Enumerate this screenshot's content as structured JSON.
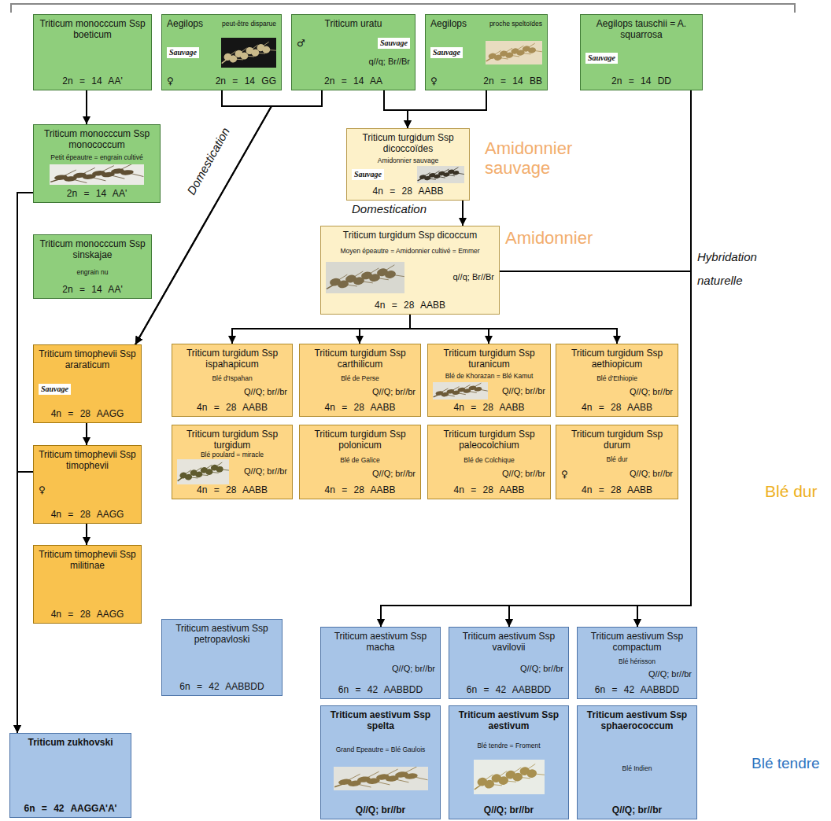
{
  "diagram": {
    "nodes": [
      {
        "text": [
          "Triticum monocccum Ssp boeticum",
          "2n = 14 AA'"
        ]
      },
      {
        "text": [
          "Aegilops",
          "peut-être disparue",
          "Sauvage",
          "♀",
          "2n = 14 GG"
        ]
      },
      {
        "text": [
          "Triticum uratu",
          "♂",
          "Sauvage",
          "q//q; Br//Br",
          "2n = 14 AA"
        ]
      },
      {
        "text": [
          "Aegilops",
          "proche speltoïdes",
          "Sauvage",
          "♀",
          "2n = 14 BB"
        ]
      },
      {
        "text": [
          "Aegilops tauschii = A. squarrosa",
          "Sauvage",
          "2n = 14 DD"
        ]
      },
      {
        "text": [
          "Triticum monocccum Ssp monococcum",
          "Petit épeautre = engrain cultivé",
          "2n = 14 AA'"
        ]
      },
      {
        "text": [
          "Triticum turgidum Ssp dicoccoïdes",
          "Amidonnier sauvage",
          "Sauvage",
          "4n = 28 AABB"
        ]
      },
      {
        "text": [
          "Triticum monocccum Ssp sinskajae",
          "engrain nu",
          "2n = 14 AA'"
        ]
      },
      {
        "text": [
          "Triticum turgidum Ssp dicoccum",
          "Moyen épeautre = Amidonnier cultivé = Emmer",
          "q//q; Br//Br",
          "4n = 28 AABB"
        ]
      },
      {
        "text": [
          "Triticum timophevii Ssp araraticum",
          "Sauvage",
          "4n = 28 AAGG"
        ]
      },
      {
        "text": [
          "Triticum timophevii Ssp timophevii",
          "♀",
          "4n = 28 AAGG"
        ]
      },
      {
        "text": [
          "Triticum timophevii Ssp militinae",
          "4n = 28 AAGG"
        ]
      },
      {
        "text": [
          "Triticum turgidum Ssp ispahapicum",
          "Blé d'Ispahan",
          "Q//Q; br//br",
          "4n = 28 AABB"
        ]
      },
      {
        "text": [
          "Triticum turgidum Ssp carthilicum",
          "Blé de Perse",
          "Q//Q; br//br",
          "4n = 28 AABB"
        ]
      },
      {
        "text": [
          "Triticum turgidum Ssp turanicum",
          "Blé de Khorazan = Blé Kamut",
          "Q//Q; br//br",
          "4n = 28 AABB"
        ]
      },
      {
        "text": [
          "Triticum turgidum Ssp aethiopicum",
          "Blé d'Ethiopie",
          "Q//Q; br//br",
          "4n = 28 AABB"
        ]
      },
      {
        "text": [
          "Triticum turgidum Ssp turgidum",
          "Blé poulard = miracle",
          "Q//Q; br//br",
          "4n = 28 AABB"
        ]
      },
      {
        "text": [
          "Triticum turgidum Ssp polonicum",
          "Blé de Galice",
          "Q//Q; br//br",
          "4n = 28 AABB"
        ]
      },
      {
        "text": [
          "Triticum turgidum Ssp paleocolchium",
          "Blé de Colchique",
          "Q//Q; br//br",
          "4n = 28 AABB"
        ]
      },
      {
        "text": [
          "Triticum turgidum Ssp durum",
          "Blé dur",
          "♀",
          "Q//Q; br//br",
          "4n = 28 AABB"
        ]
      },
      {
        "text": [
          "Triticum aestivum Ssp petropavloski",
          "6n = 42 AABBDD"
        ]
      },
      {
        "text": [
          "Triticum aestivum Ssp macha",
          "Q//Q; br//br",
          "6n = 42 AABBDD"
        ]
      },
      {
        "text": [
          "Triticum aestivum Ssp vavilovii",
          "Q//Q; br//br",
          "6n = 42 AABBDD"
        ]
      },
      {
        "text": [
          "Triticum aestivum Ssp compactum",
          "Blé hérisson",
          "Q//Q; br//br",
          "6n = 42 AABBDD"
        ]
      },
      {
        "text": [
          "Triticum aestivum Ssp spelta",
          "Grand Epeautre = Blé Gaulois",
          "Q//Q; br//br"
        ]
      },
      {
        "text": [
          "Triticum aestivum Ssp aestivum",
          "Blé tendre = Froment",
          "Q//Q; br//br"
        ]
      },
      {
        "text": [
          "Triticum aestivum Ssp sphaerococcum",
          "Blé Indien",
          "Q//Q; br//br"
        ]
      },
      {
        "text": [
          "Triticum zukhovski",
          "6n = 42 AAGGA'A'"
        ]
      }
    ],
    "edges": [
      {
        "from": 0,
        "to": 5,
        "arrow": "to"
      },
      {
        "from": 1,
        "to": 9,
        "arrow": "to"
      },
      {
        "from": 2,
        "to": 9,
        "arrow": "to"
      },
      {
        "from": 2,
        "to": 6,
        "arrow": "to"
      },
      {
        "from": 3,
        "to": 6,
        "arrow": "to"
      },
      {
        "from": 6,
        "to": 8,
        "arrow": "to"
      },
      {
        "from": 8,
        "to": 12,
        "arrow": "to"
      },
      {
        "from": 8,
        "to": 13,
        "arrow": "to"
      },
      {
        "from": 8,
        "to": 14,
        "arrow": "to"
      },
      {
        "from": 8,
        "to": 15,
        "arrow": "to"
      },
      {
        "from": 8,
        "to": 21,
        "arrow": "to"
      },
      {
        "from": 8,
        "to": 22,
        "arrow": "to"
      },
      {
        "from": 8,
        "to": 23,
        "arrow": "to"
      },
      {
        "from": 4,
        "to": 21,
        "arrow": "to"
      },
      {
        "from": 4,
        "to": 22,
        "arrow": "to"
      },
      {
        "from": 4,
        "to": 23,
        "arrow": "to"
      },
      {
        "from": 9,
        "to": 10,
        "arrow": "to"
      },
      {
        "from": 10,
        "to": 11,
        "arrow": "to"
      },
      {
        "from": 5,
        "to": 27,
        "arrow": "to"
      },
      {
        "from": 10,
        "to": 27,
        "arrow": "to"
      }
    ],
    "labels": [
      "Amidonnier sauvage",
      "Domestication",
      "Domestication",
      "Amidonnier",
      "Hybridation naturelle",
      "Blé dur",
      "Blé tendre"
    ]
  }
}
